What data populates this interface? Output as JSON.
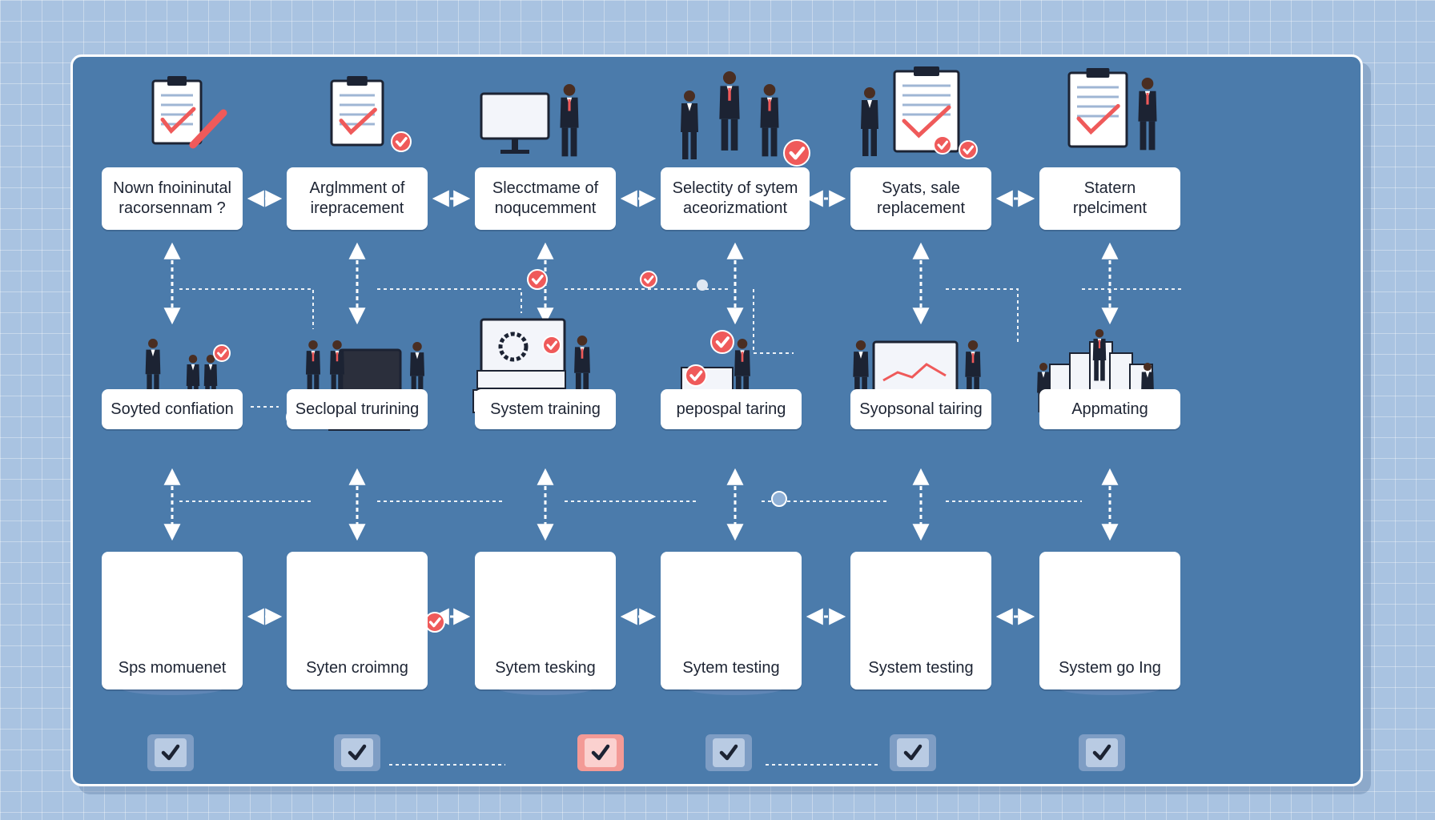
{
  "top_row": [
    {
      "line1": "Nown fnoininutal",
      "line2": "racorsennam ?"
    },
    {
      "line1": "Arglmment of",
      "line2": "irepracement"
    },
    {
      "line1": "Slecctmame of",
      "line2": "noqucemment"
    },
    {
      "line1": "Selectity of sytem",
      "line2": "aceorizmationt"
    },
    {
      "line1": "Syats,  sale",
      "line2": "replacement"
    },
    {
      "line1": "Statern",
      "line2": "rpelciment"
    }
  ],
  "middle_row": [
    {
      "label": "Soyted confiation"
    },
    {
      "label": "Seclopal trurining"
    },
    {
      "label": "System training"
    },
    {
      "label": "pepospal taring"
    },
    {
      "label": "Syopsonal tairing"
    },
    {
      "label": "Appmating"
    }
  ],
  "bottom_row": [
    {
      "label": "Sps momuenet"
    },
    {
      "label": "Syten croimng"
    },
    {
      "label": "Sytem tesking"
    },
    {
      "label": "Sytem testing"
    },
    {
      "label": "System testing"
    },
    {
      "label": "System go Ing"
    }
  ],
  "status_checks": [
    {
      "state": "done"
    },
    {
      "state": "done"
    },
    {
      "state": "current"
    },
    {
      "state": "done"
    },
    {
      "state": "done"
    },
    {
      "state": "done"
    }
  ],
  "colors": {
    "board": "#4b7bab",
    "accent": "#ef5a5a",
    "suit": "#1c2333",
    "check_default": "#7e9dc4",
    "check_current": "#f39a96"
  }
}
